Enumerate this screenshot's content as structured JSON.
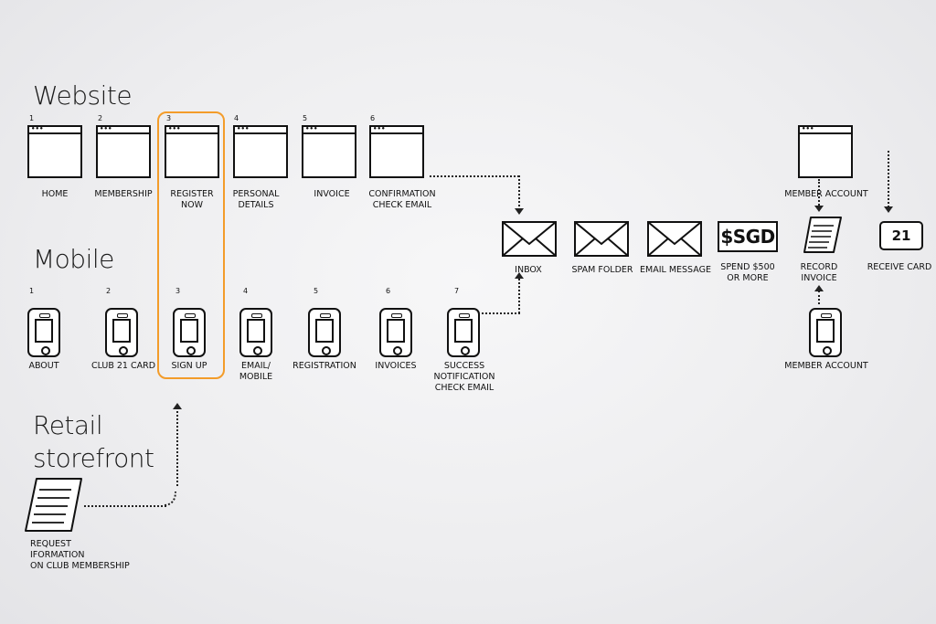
{
  "sections": {
    "website": "Website",
    "mobile": "Mobile",
    "retail": "Retail\nstorefront"
  },
  "website_steps": [
    {
      "num": "1",
      "label": "HOME"
    },
    {
      "num": "2",
      "label": "MEMBERSHIP"
    },
    {
      "num": "3",
      "label": "REGISTER\nNOW"
    },
    {
      "num": "4",
      "label": "PERSONAL\nDETAILS"
    },
    {
      "num": "5",
      "label": "INVOICE"
    },
    {
      "num": "6",
      "label": "CONFIRMATION\nCHECK EMAIL"
    }
  ],
  "mobile_steps": [
    {
      "num": "1",
      "label": "ABOUT"
    },
    {
      "num": "2",
      "label": "CLUB 21 CARD"
    },
    {
      "num": "3",
      "label": "SIGN UP"
    },
    {
      "num": "4",
      "label": "EMAIL/\nMOBILE"
    },
    {
      "num": "5",
      "label": "REGISTRATION"
    },
    {
      "num": "6",
      "label": "INVOICES"
    },
    {
      "num": "7",
      "label": "SUCCESS\nNOTIFICATION\nCHECK EMAIL"
    }
  ],
  "email": {
    "inbox": "INBOX",
    "spam": "SPAM FOLDER",
    "message": "EMAIL MESSAGE"
  },
  "spend": {
    "symbol": "$SGD",
    "label": "SPEND $500\nOR MORE"
  },
  "record": {
    "label": "RECORD\nINVOICE"
  },
  "receive": {
    "symbol": "21",
    "label": "RECEIVE CARD"
  },
  "member_account_web": "MEMBER ACCOUNT",
  "member_account_mobile": "MEMBER ACCOUNT",
  "retail_request": "REQUEST\nIFORMATION\nON CLUB MEMBERSHIP",
  "highlight_color": "#f39c2a"
}
